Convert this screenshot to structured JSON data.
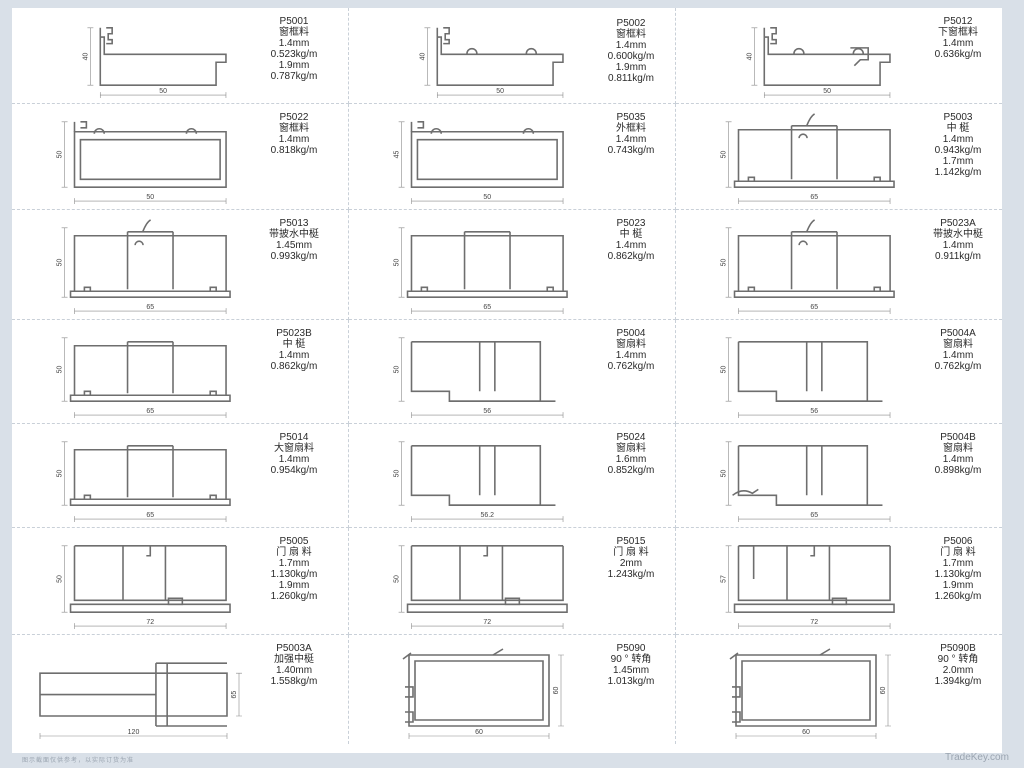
{
  "footnote": "图示截面仅供参考，以实际订货为准",
  "watermark": "TradeKey.com",
  "profiles": [
    {
      "lines": [
        "P5001",
        "窗框料",
        "1.4mm",
        "0.523kg/m",
        "1.9mm",
        "0.787kg/m"
      ],
      "w": "50",
      "h": "40",
      "kind": "frame"
    },
    {
      "lines": [
        "P5002",
        "窗框料",
        "1.4mm",
        "0.600kg/m",
        "1.9mm",
        "0.811kg/m"
      ],
      "w": "50",
      "h": "40",
      "kind": "frame2"
    },
    {
      "lines": [
        "P5012",
        "下窗框料",
        "1.4mm",
        "0.636kg/m"
      ],
      "w": "50",
      "h": "40",
      "kind": "frame3"
    },
    {
      "lines": [
        "P5022",
        "窗框料",
        "1.4mm",
        "0.818kg/m"
      ],
      "w": "50",
      "h": "50",
      "kind": "box"
    },
    {
      "lines": [
        "P5035",
        "外框料",
        "1.4mm",
        "0.743kg/m"
      ],
      "w": "50",
      "h": "45",
      "kind": "box2"
    },
    {
      "lines": [
        "P5003",
        "中 梃",
        "1.4mm",
        "0.943kg/m",
        "1.7mm",
        "1.142kg/m"
      ],
      "w": "65",
      "h": "50",
      "kind": "mullion"
    },
    {
      "lines": [
        "P5013",
        "带披水中梃",
        "1.45mm",
        "0.993kg/m"
      ],
      "w": "65",
      "h": "50",
      "kind": "mullion"
    },
    {
      "lines": [
        "P5023",
        "中 梃",
        "1.4mm",
        "0.862kg/m"
      ],
      "w": "65",
      "h": "50",
      "kind": "mullion2"
    },
    {
      "lines": [
        "P5023A",
        "带披水中梃",
        "1.4mm",
        "0.911kg/m"
      ],
      "w": "65",
      "h": "50",
      "kind": "mullion"
    },
    {
      "lines": [
        "P5023B",
        "中 梃",
        "1.4mm",
        "0.862kg/m"
      ],
      "w": "65",
      "h": "50",
      "kind": "mullion2"
    },
    {
      "lines": [
        "P5004",
        "窗扇料",
        "1.4mm",
        "0.762kg/m"
      ],
      "w": "56",
      "h": "50",
      "kind": "sash"
    },
    {
      "lines": [
        "P5004A",
        "窗扇料",
        "1.4mm",
        "0.762kg/m"
      ],
      "w": "56",
      "h": "50",
      "kind": "sash"
    },
    {
      "lines": [
        "P5014",
        "大窗扇料",
        "1.4mm",
        "0.954kg/m"
      ],
      "w": "65",
      "h": "50",
      "kind": "mullion2"
    },
    {
      "lines": [
        "P5024",
        "窗扇料",
        "1.6mm",
        "0.852kg/m"
      ],
      "w": "56.2",
      "h": "50",
      "kind": "sash"
    },
    {
      "lines": [
        "P5004B",
        "窗扇料",
        "1.4mm",
        "0.898kg/m"
      ],
      "w": "65",
      "h": "50",
      "kind": "sash2"
    },
    {
      "lines": [
        "P5005",
        "门 扇 料",
        "1.7mm",
        "1.130kg/m",
        "1.9mm",
        "1.260kg/m"
      ],
      "w": "72",
      "h": "50",
      "kind": "door"
    },
    {
      "lines": [
        "P5015",
        "门 扇 料",
        "2mm",
        "1.243kg/m"
      ],
      "w": "72",
      "h": "50",
      "kind": "door2"
    },
    {
      "lines": [
        "P5006",
        "门 扇 料",
        "1.7mm",
        "1.130kg/m",
        "1.9mm",
        "1.260kg/m"
      ],
      "w": "72",
      "h": "57",
      "kind": "door3"
    },
    {
      "lines": [
        "P5003A",
        "加强中梃",
        "1.40mm",
        "1.558kg/m"
      ],
      "w": "120",
      "h": "65",
      "kind": "beam"
    },
    {
      "lines": [
        "P5090",
        "90 ° 转角",
        "1.45mm",
        "1.013kg/m"
      ],
      "w": "60",
      "h": "60",
      "kind": "corner"
    },
    {
      "lines": [
        "P5090B",
        "90 ° 转角",
        "2.0mm",
        "1.394kg/m"
      ],
      "w": "60",
      "h": "60",
      "kind": "corner"
    }
  ]
}
